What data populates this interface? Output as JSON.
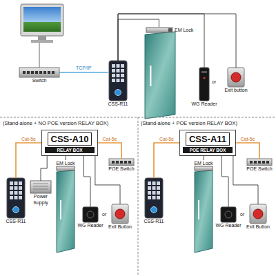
{
  "diagram": {
    "nodes": [
      {
        "text": [
          "Switch"
        ]
      },
      {
        "text": [
          "CSS-R11"
        ]
      },
      {
        "text": [
          "EM Lock"
        ]
      },
      {
        "text": [
          "WG Reader"
        ]
      },
      {
        "text": [
          "Exit button"
        ]
      },
      {
        "text": [
          "CSS-A10",
          "RELAY BOX"
        ]
      },
      {
        "text": [
          "CSS-R11"
        ]
      },
      {
        "text": [
          "Power Supply"
        ]
      },
      {
        "text": [
          "EM Lock"
        ]
      },
      {
        "text": [
          "WG Reader"
        ]
      },
      {
        "text": [
          "Exit Button"
        ]
      },
      {
        "text": [
          "POE Switch"
        ]
      },
      {
        "text": [
          "CSS-A11",
          "POE RELAY BOX"
        ]
      },
      {
        "text": [
          "CSS-R11"
        ]
      },
      {
        "text": [
          "EM Lock"
        ]
      },
      {
        "text": [
          "POE Switch"
        ]
      },
      {
        "text": [
          "WG Reader"
        ]
      },
      {
        "text": [
          "Exit Button"
        ]
      }
    ],
    "edges": [
      {
        "from": 0,
        "to": 1,
        "label": "TCP/IP",
        "arrow": "none"
      },
      {
        "from": 1,
        "to": 2,
        "arrow": "none"
      },
      {
        "from": 1,
        "to": 3,
        "arrow": "none"
      },
      {
        "from": 1,
        "to": 4,
        "arrow": "none"
      },
      {
        "from": 5,
        "to": 6,
        "label": "Cat-5e",
        "arrow": "none"
      },
      {
        "from": 5,
        "to": 11,
        "label": "Cat-5e",
        "arrow": "none"
      },
      {
        "from": 5,
        "to": 7,
        "arrow": "none"
      },
      {
        "from": 5,
        "to": 8,
        "arrow": "none"
      },
      {
        "from": 5,
        "to": 9,
        "arrow": "none"
      },
      {
        "from": 5,
        "to": 10,
        "arrow": "none"
      },
      {
        "from": 12,
        "to": 13,
        "label": "Cat-5e",
        "arrow": "none"
      },
      {
        "from": 12,
        "to": 15,
        "label": "Cat-5e",
        "arrow": "none"
      },
      {
        "from": 12,
        "to": 14,
        "arrow": "none"
      },
      {
        "from": 12,
        "to": 16,
        "arrow": "none"
      },
      {
        "from": 12,
        "to": 17,
        "arrow": "none"
      }
    ],
    "labels": [
      "or",
      "(Stand-alone + NO POE version RELAY BOX)",
      "(Stand-alone + POE version RELAY BOX)",
      "or",
      "or"
    ]
  }
}
